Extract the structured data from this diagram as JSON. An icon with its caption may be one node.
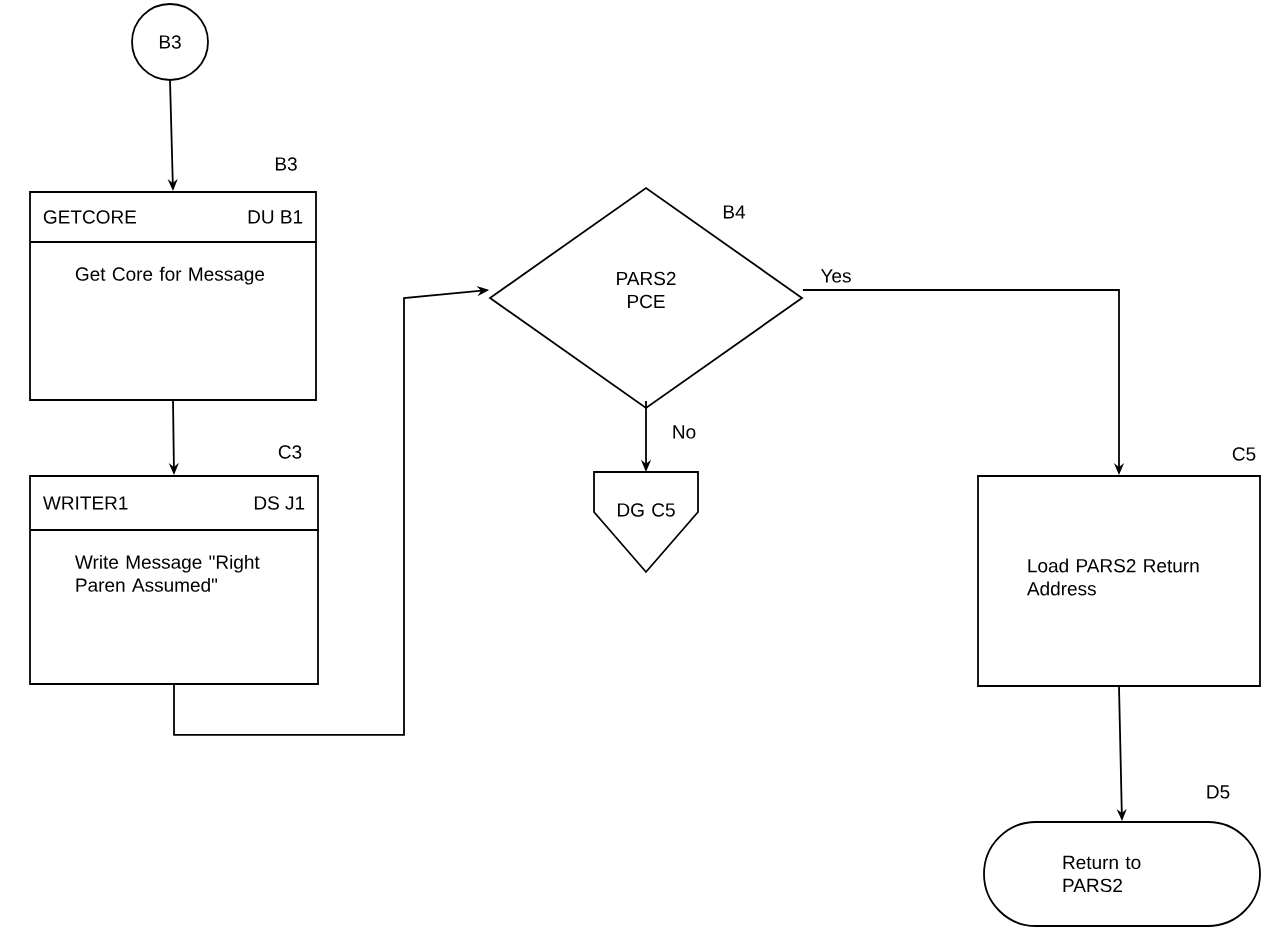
{
  "diagram": {
    "nodes": [
      {
        "text": [
          "B3"
        ]
      },
      {
        "text": [
          "GETCORE",
          "DU B1",
          "Get Core for Message"
        ],
        "beside": [
          "B3"
        ]
      },
      {
        "text": [
          "WRITER1",
          "DS J1",
          "Write Message \"Right Paren Assumed\""
        ],
        "beside": [
          "C3"
        ]
      },
      {
        "text": [
          "PARS2 PCE"
        ],
        "beside": [
          "B4"
        ]
      },
      {
        "text": [
          "DG C5"
        ]
      },
      {
        "text": [
          "Load PARS2 Return Address"
        ],
        "beside": [
          "C5"
        ]
      },
      {
        "text": [
          "Return to PARS2"
        ],
        "beside": [
          "D5"
        ]
      }
    ],
    "edges": [
      {
        "from": 0,
        "to": 1,
        "arrow": "to"
      },
      {
        "from": 1,
        "to": 2,
        "arrow": "to"
      },
      {
        "from": 2,
        "to": 3,
        "arrow": "to"
      },
      {
        "from": 3,
        "to": 5,
        "arrow": "to",
        "label": "Yes"
      },
      {
        "from": 3,
        "to": 4,
        "arrow": "to",
        "label": "No"
      },
      {
        "from": 5,
        "to": 6,
        "arrow": "to"
      }
    ]
  }
}
